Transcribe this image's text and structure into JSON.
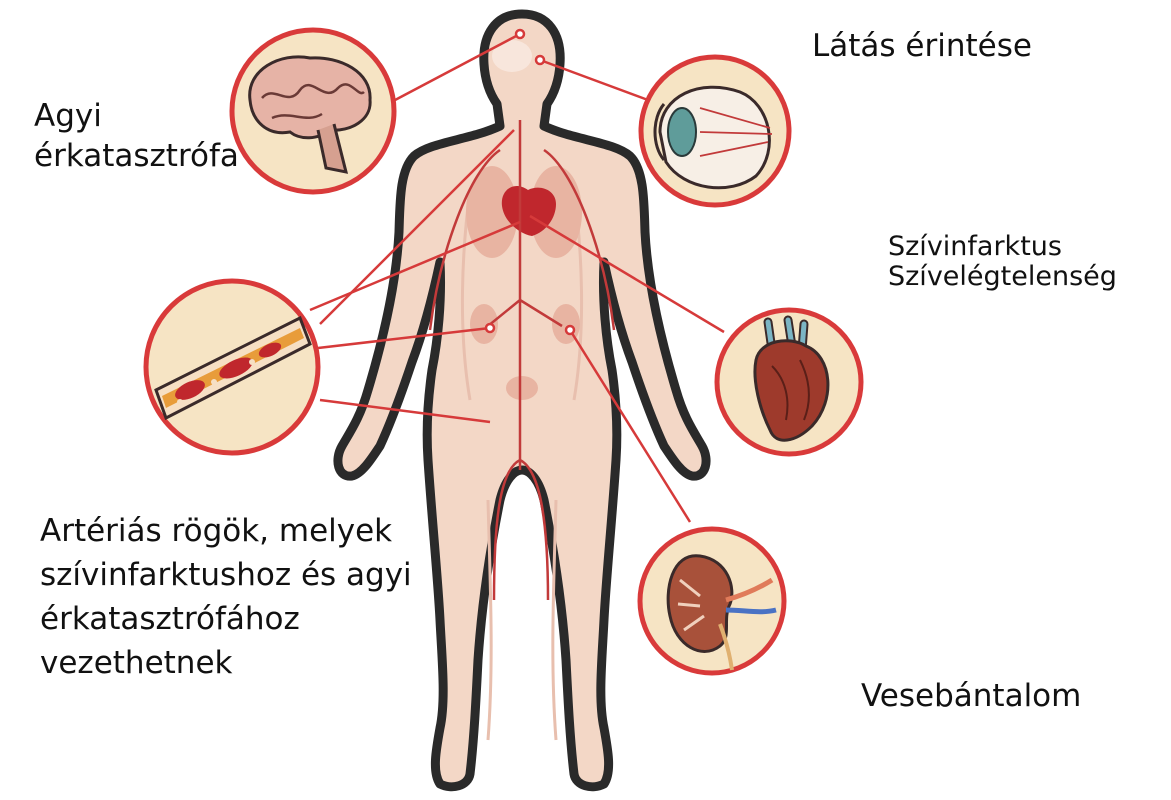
{
  "colors": {
    "body_fill": "#f3d7c6",
    "body_outline": "#2a2a2a",
    "organ": "#e5ac98",
    "heart": "#c0272d",
    "connector": "#d63a3a",
    "circle_fill": "#f6e4c4",
    "circle_ring": "#d93a3a"
  },
  "labels": {
    "brain": [
      "Agyi",
      "érkatasztrófa"
    ],
    "eye": [
      "Látás érintése"
    ],
    "heart": [
      "Szívinfarktus",
      "Szívelégtelenség"
    ],
    "artery": [
      "Artériás rögök, melyek",
      "szívinfarktushoz és agyi",
      "érkatasztrófához",
      "vezethetnek"
    ],
    "kidney": [
      "Vesebántalom"
    ]
  },
  "icons": {
    "brain": "brain-icon",
    "eye": "eye-icon",
    "heart": "heart-icon",
    "artery": "artery-plaque-icon",
    "kidney": "kidney-icon"
  }
}
